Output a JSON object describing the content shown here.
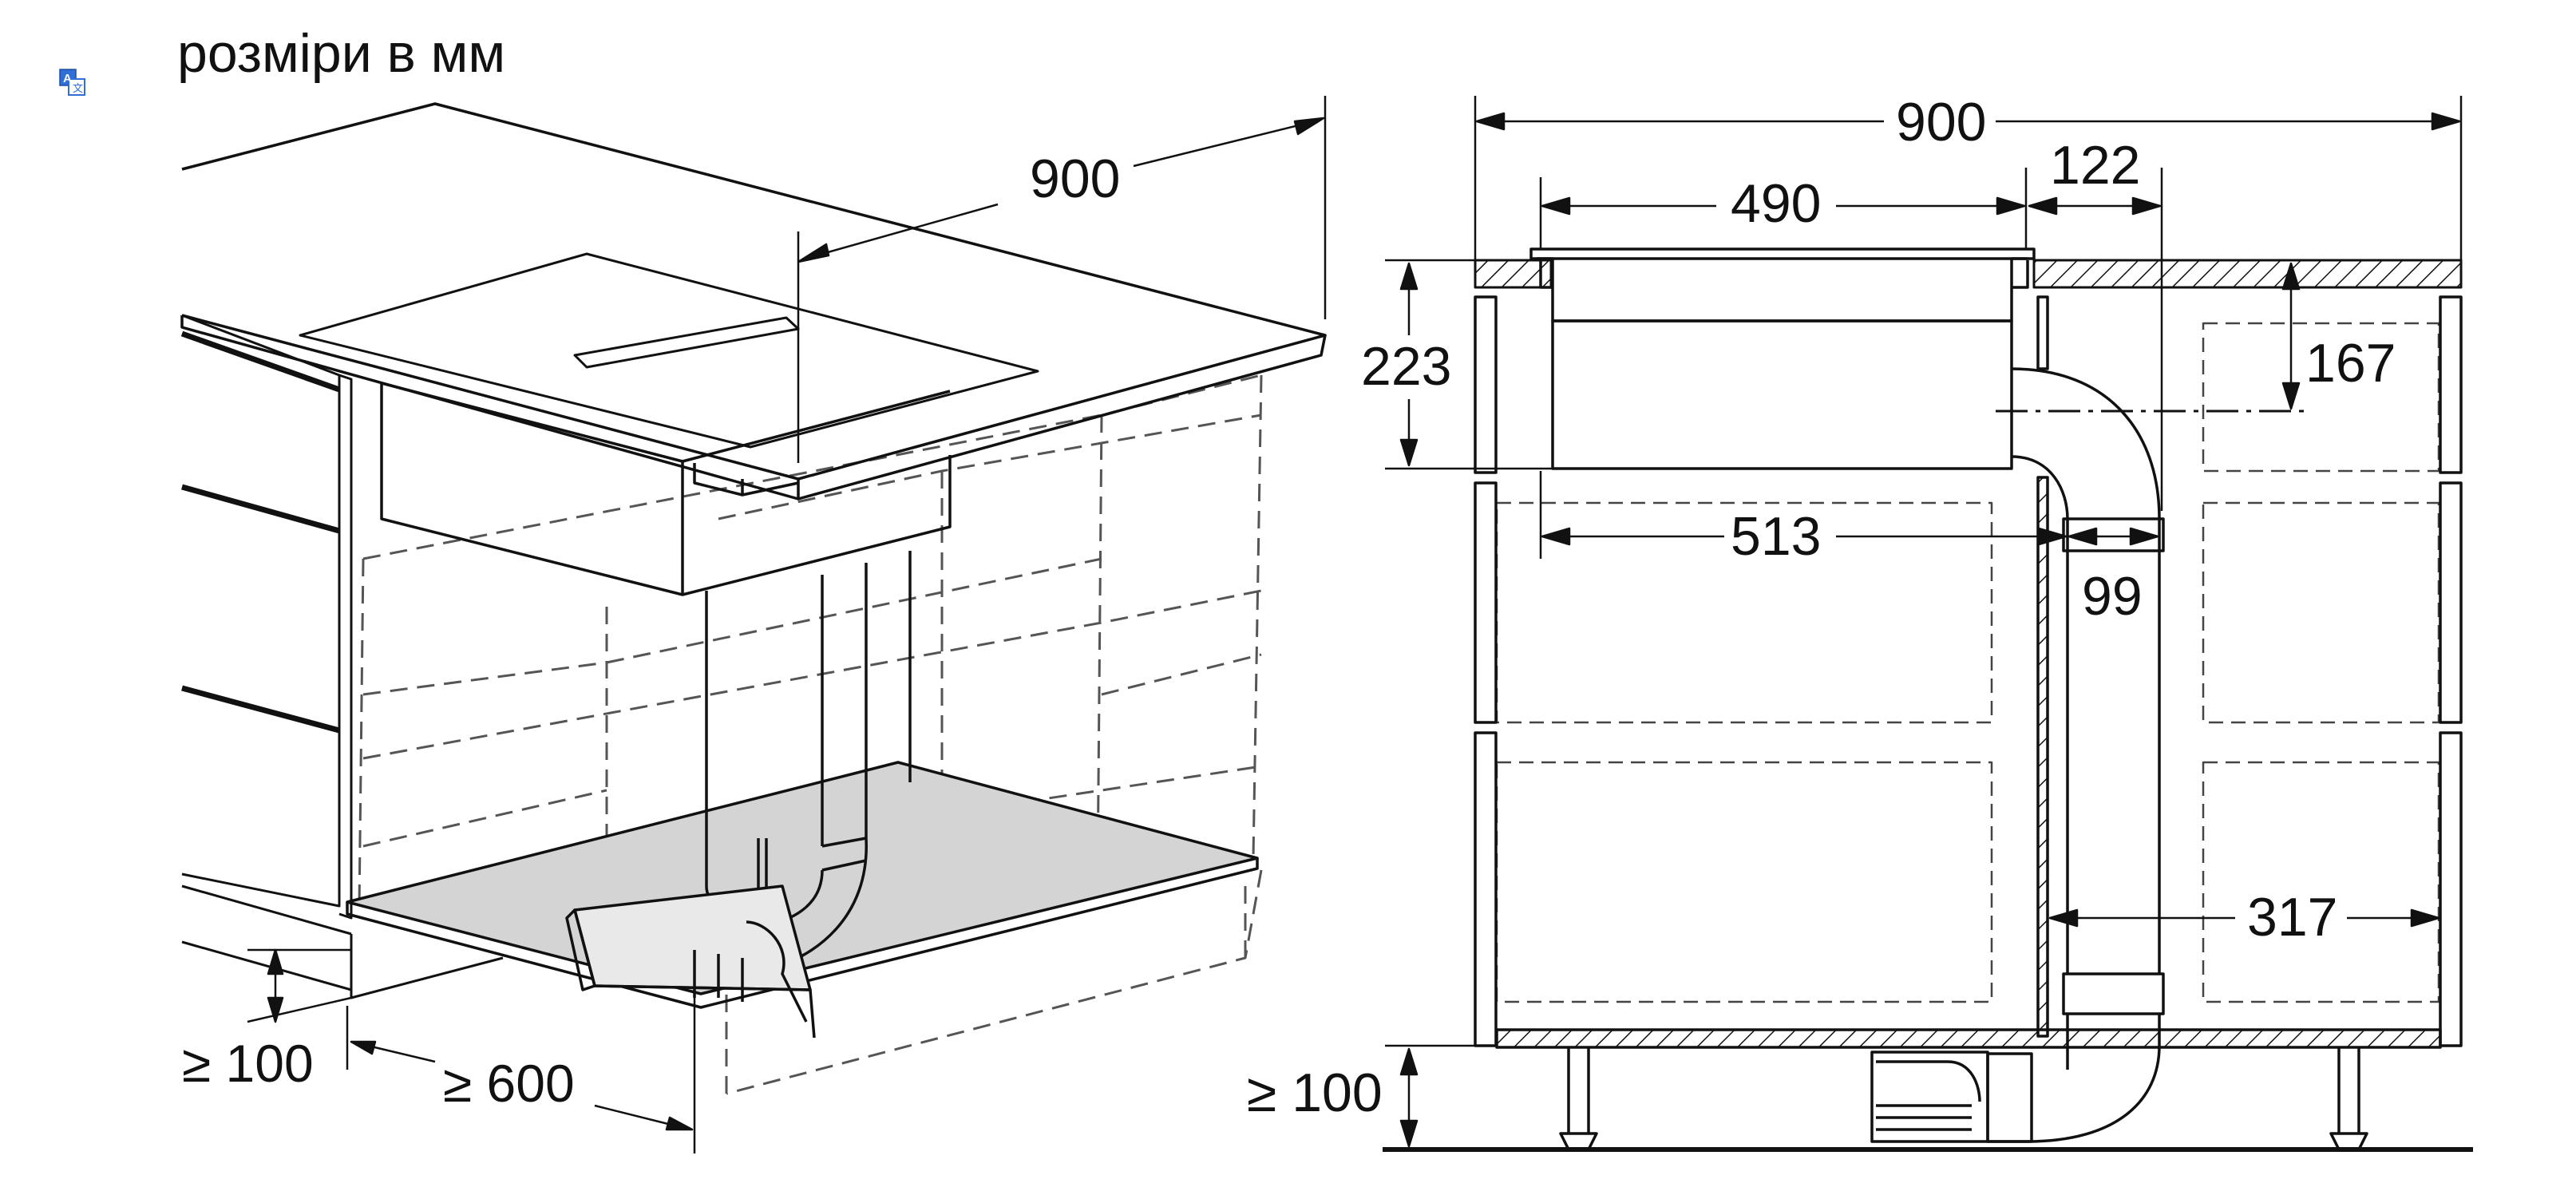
{
  "header": {
    "title": "розміри в мм",
    "translate_icon": "translate-icon"
  },
  "left_view": {
    "dim_depth": "900",
    "dim_plinth": "≥ 100",
    "dim_cabinet": "≥ 600"
  },
  "right_view": {
    "dim_total_width": "900",
    "dim_hob_module": "490",
    "dim_gap": "122",
    "dim_height": "223",
    "dim_duct_center": "167",
    "dim_513": "513",
    "dim_duct_diam": "99",
    "dim_317": "317",
    "dim_plinth": "≥ 100"
  },
  "colors": {
    "line": "#111111",
    "shelf_fill": "#d4d4d4",
    "icon_blue": "#2f6fd6"
  }
}
